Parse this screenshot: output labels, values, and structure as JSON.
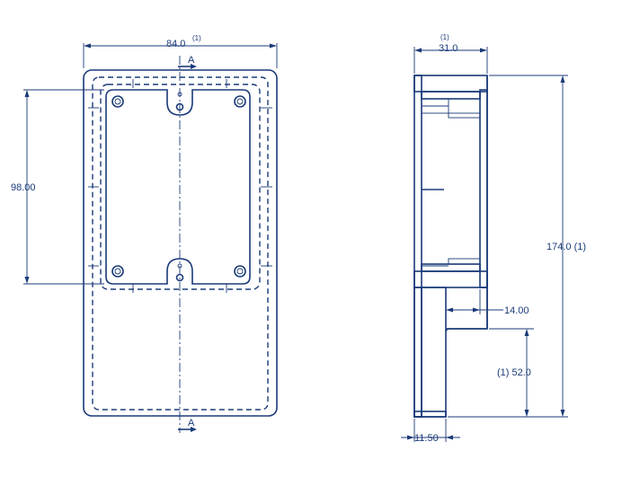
{
  "front_view": {
    "width_label": "84.0",
    "width_note": "(1)",
    "height_label": "98.00",
    "section_marker_top": "A",
    "section_marker_bottom": "A"
  },
  "side_view": {
    "depth_label": "31.0",
    "depth_note": "(1)",
    "total_height_label": "174.0 (1)",
    "step_label": "14.00",
    "lower_height_label": "(1) 52.0",
    "wall_label": "11.50"
  }
}
